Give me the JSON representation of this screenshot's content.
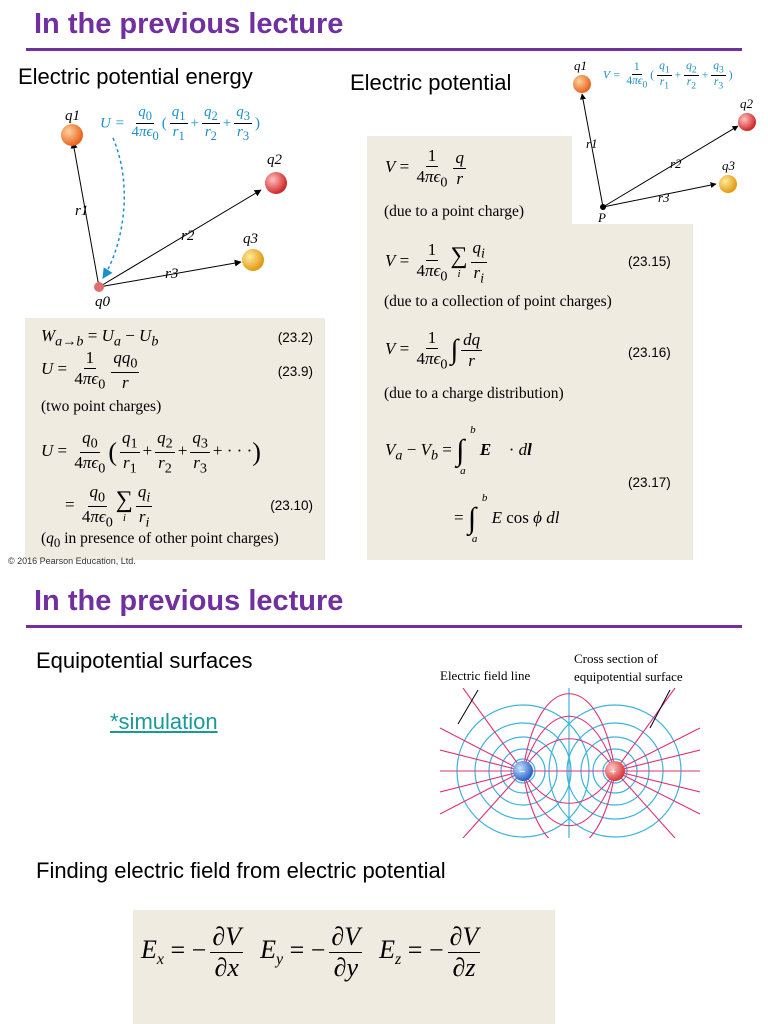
{
  "slide1": {
    "title": "In the previous lecture",
    "heading_left": "Electric potential energy",
    "heading_right": "Electric potential",
    "copyright": "© 2016 Pearson Education, Ltd.",
    "left_diagram": {
      "charges": [
        "q1",
        "q2",
        "q3",
        "q0"
      ],
      "distances": [
        "r1",
        "r2",
        "r3"
      ],
      "formula_prefix": "U ="
    },
    "right_diagram": {
      "charges": [
        "q1",
        "q2",
        "q3"
      ],
      "point": "P",
      "distances": [
        "r1",
        "r2",
        "r3"
      ],
      "formula_prefix": "V ="
    },
    "left_box": {
      "eq1_num": "(23.2)",
      "eq2_num": "(23.9)",
      "note1": "(two point charges)",
      "eq3_num": "(23.10)",
      "note2": "in presence of other point charges)"
    },
    "right_box": {
      "note1": "(due to a point charge)",
      "eq2_num": "(23.15)",
      "note2": "(due to a collection of point charges)",
      "eq3_num": "(23.16)",
      "note3": "(due to a charge distribution)",
      "eq4_num": "(23.17)"
    }
  },
  "slide2": {
    "title": "In the previous lecture",
    "heading1": "Equipotential surfaces",
    "link": "*simulation",
    "figure_label_left": "Electric field line",
    "figure_label_right": "Cross section of equipotential surface",
    "heading2": "Finding electric field from electric potential"
  },
  "colors": {
    "title": "#7030a0",
    "box": "#f0ebe0",
    "formula_cyan": "#1a8fc8",
    "field_line": "#e0307a",
    "equipotential": "#3cb4dc"
  }
}
